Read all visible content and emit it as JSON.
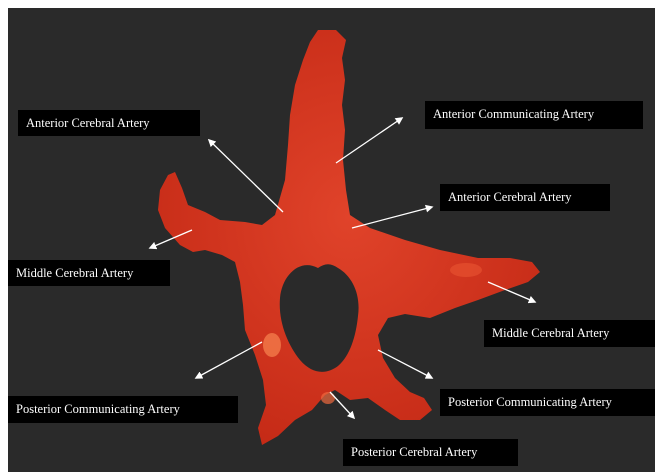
{
  "labels": {
    "anterior_cerebral_left": "Anterior Cerebral Artery",
    "anterior_communicating": "Anterior Communicating Artery",
    "anterior_cerebral_right": "Anterior Cerebral Artery",
    "middle_cerebral_left": "Middle Cerebral Artery",
    "middle_cerebral_right": "Middle Cerebral Artery",
    "posterior_communicating_left": "Posterior Communicating Artery",
    "posterior_communicating_right": "Posterior Communicating Artery",
    "posterior_cerebral": "Posterior Cerebral Artery"
  },
  "colors": {
    "background": "#2a2a2a",
    "vessel": "#d8351e",
    "vessel_highlight": "#f26a3a",
    "label_bg": "#000000",
    "label_text": "#ffffff",
    "arrow": "#ffffff"
  }
}
